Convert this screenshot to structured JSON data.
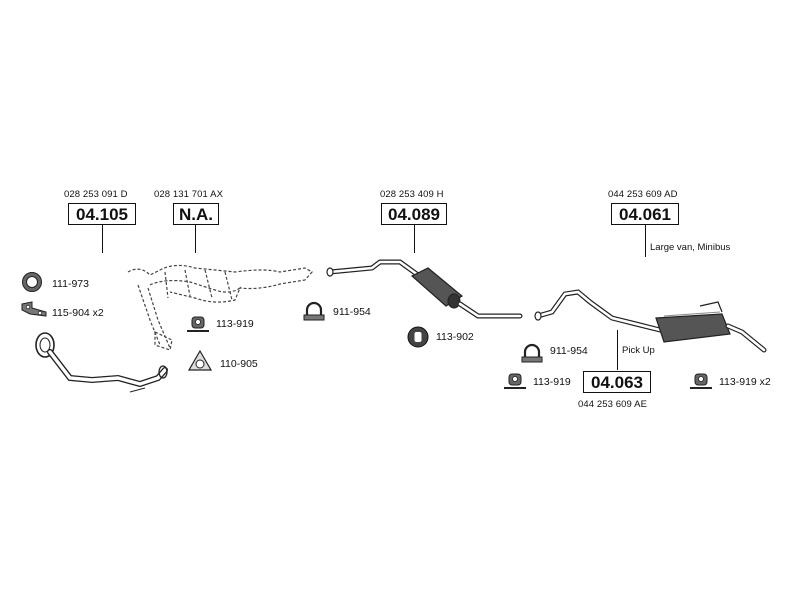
{
  "groups": [
    {
      "oem": "028 253 091 D",
      "ref": "04.105"
    },
    {
      "oem": "028 131 701 AX",
      "ref": "N.A."
    },
    {
      "oem": "028 253 409 H",
      "ref": "04.089"
    },
    {
      "oem": "044 253 609 AD",
      "ref": "04.061",
      "note": "Large van, Minibus"
    },
    {
      "oem": "044 253 609 AE",
      "ref": "04.063",
      "note": "Pick Up"
    }
  ],
  "parts": [
    {
      "label": "111-973",
      "icon": "ring-gasket-icon"
    },
    {
      "label": "115-904 x2",
      "icon": "hanger-bracket-icon"
    },
    {
      "label": "113-919",
      "icon": "rubber-mount-icon"
    },
    {
      "label": "110-905",
      "icon": "flange-gasket-icon"
    },
    {
      "label": "911-954",
      "icon": "u-bolt-clamp-icon"
    },
    {
      "label": "113-902",
      "icon": "rubber-ring-icon"
    },
    {
      "label": "911-954",
      "icon": "u-bolt-clamp-icon"
    },
    {
      "label": "113-919",
      "icon": "rubber-mount-icon"
    },
    {
      "label": "113-919 x2",
      "icon": "rubber-mount-icon"
    }
  ]
}
